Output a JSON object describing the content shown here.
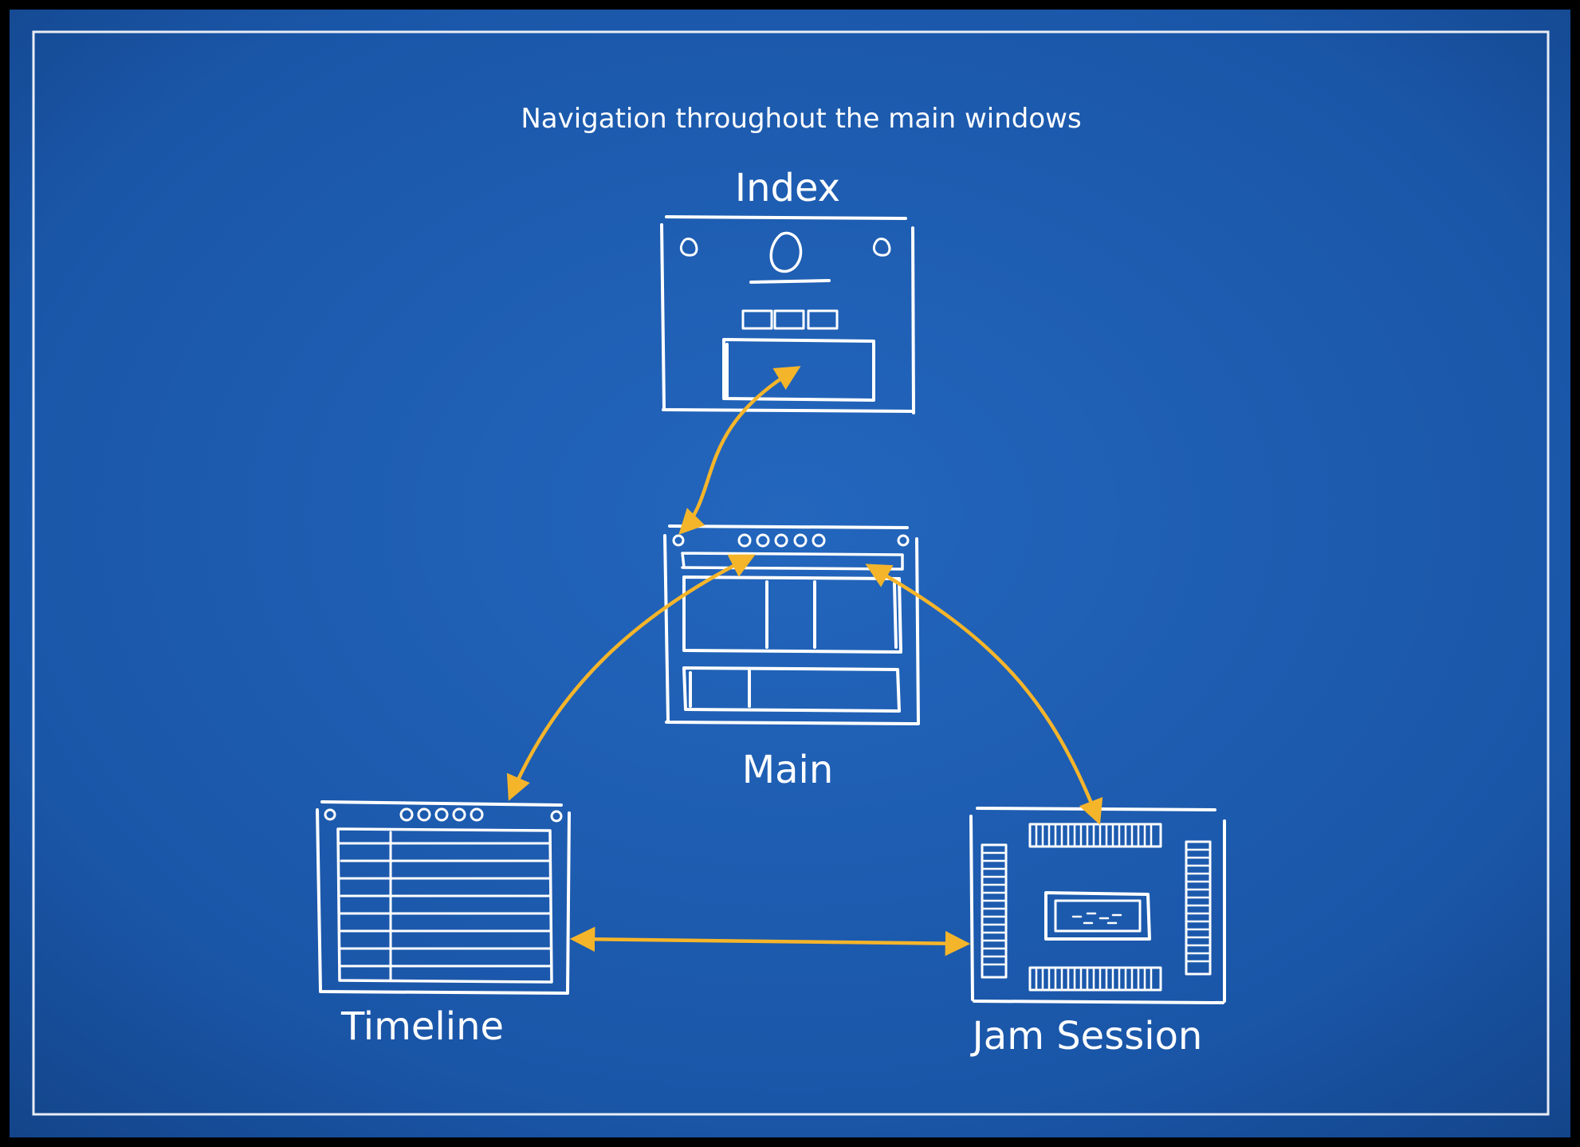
{
  "diagram": {
    "title": "Navigation throughout the main windows",
    "nodes": [
      {
        "id": "index",
        "label": "Index"
      },
      {
        "id": "main",
        "label": "Main"
      },
      {
        "id": "timeline",
        "label": "Timeline"
      },
      {
        "id": "jam",
        "label": "Jam Session"
      }
    ],
    "edges": [
      {
        "from": "main",
        "to": "index",
        "direction": "bidirectional"
      },
      {
        "from": "main",
        "to": "timeline",
        "direction": "bidirectional"
      },
      {
        "from": "main",
        "to": "jam",
        "direction": "bidirectional"
      },
      {
        "from": "timeline",
        "to": "jam",
        "direction": "bidirectional"
      }
    ]
  },
  "colors": {
    "background": "#1a56a8",
    "sketch": "#ffffff",
    "arrow": "#f5b52a",
    "frame": "#000000"
  }
}
